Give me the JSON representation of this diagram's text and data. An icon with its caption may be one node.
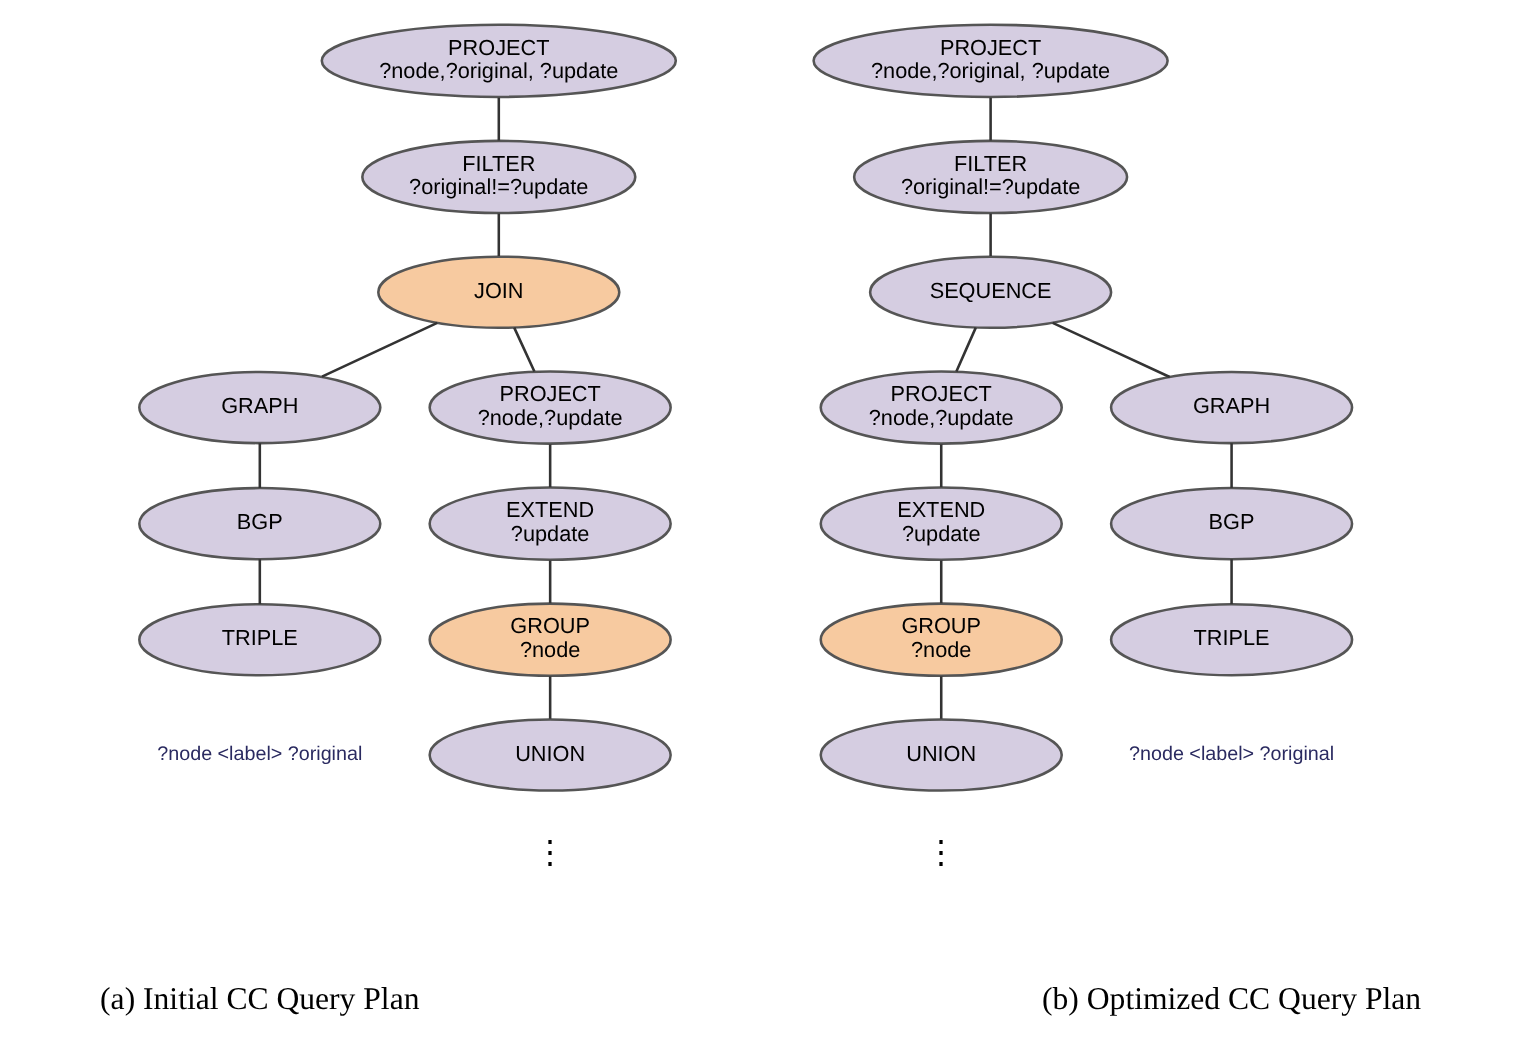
{
  "diagram": {
    "nodes": [
      {
        "text": [
          "PROJECT",
          "?node,?original, ?update"
        ]
      },
      {
        "text": [
          "FILTER",
          "?original!=?update"
        ]
      },
      {
        "text": [
          "JOIN"
        ]
      },
      {
        "text": [
          "GRAPH"
        ]
      },
      {
        "text": [
          "BGP"
        ]
      },
      {
        "text": [
          "TRIPLE"
        ],
        "beside": [
          "?node <label> ?original"
        ]
      },
      {
        "text": [
          "PROJECT",
          "?node,?update"
        ]
      },
      {
        "text": [
          "EXTEND",
          "?update"
        ]
      },
      {
        "text": [
          "GROUP",
          "?node"
        ]
      },
      {
        "text": [
          "UNION"
        ]
      },
      {
        "text": [
          "PROJECT",
          "?node,?original, ?update"
        ]
      },
      {
        "text": [
          "FILTER",
          "?original!=?update"
        ]
      },
      {
        "text": [
          "SEQUENCE"
        ]
      },
      {
        "text": [
          "PROJECT",
          "?node,?update"
        ]
      },
      {
        "text": [
          "EXTEND",
          "?update"
        ]
      },
      {
        "text": [
          "GROUP",
          "?node"
        ]
      },
      {
        "text": [
          "UNION"
        ]
      },
      {
        "text": [
          "GRAPH"
        ]
      },
      {
        "text": [
          "BGP"
        ]
      },
      {
        "text": [
          "TRIPLE"
        ],
        "beside": [
          "?node <label> ?original"
        ]
      }
    ],
    "edges": [
      {
        "from": 0,
        "to": 1,
        "arrow": "none"
      },
      {
        "from": 1,
        "to": 2,
        "arrow": "none"
      },
      {
        "from": 2,
        "to": 3,
        "arrow": "none"
      },
      {
        "from": 3,
        "to": 4,
        "arrow": "none"
      },
      {
        "from": 4,
        "to": 5,
        "arrow": "none"
      },
      {
        "from": 2,
        "to": 6,
        "arrow": "none"
      },
      {
        "from": 6,
        "to": 7,
        "arrow": "none"
      },
      {
        "from": 7,
        "to": 8,
        "arrow": "none"
      },
      {
        "from": 8,
        "to": 9,
        "arrow": "none"
      },
      {
        "from": 10,
        "to": 11,
        "arrow": "none"
      },
      {
        "from": 11,
        "to": 12,
        "arrow": "none"
      },
      {
        "from": 12,
        "to": 13,
        "arrow": "none"
      },
      {
        "from": 13,
        "to": 14,
        "arrow": "none"
      },
      {
        "from": 14,
        "to": 15,
        "arrow": "none"
      },
      {
        "from": 15,
        "to": 16,
        "arrow": "none"
      },
      {
        "from": 12,
        "to": 17,
        "arrow": "none"
      },
      {
        "from": 17,
        "to": 18,
        "arrow": "none"
      },
      {
        "from": 18,
        "to": 19,
        "arrow": "none"
      }
    ],
    "labels": [
      "⋮",
      "⋮",
      "(a) Initial CC Query Plan",
      "(b) Optimized CC Query Plan"
    ]
  }
}
